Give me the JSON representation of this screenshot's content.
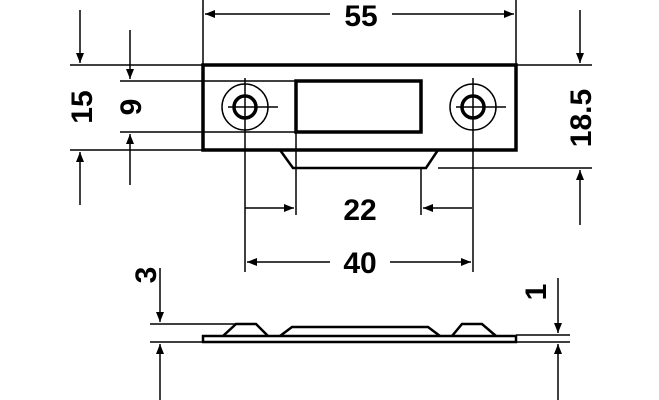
{
  "drawing": {
    "dimensions": {
      "overall_length": "55",
      "plate_height": "15",
      "slot_height": "9",
      "total_height": "18.5",
      "slot_width": "22",
      "hole_spacing": "40",
      "profile_height": "3",
      "plate_thickness": "1"
    },
    "line_color": "#000000",
    "background_color": "#ffffff"
  }
}
